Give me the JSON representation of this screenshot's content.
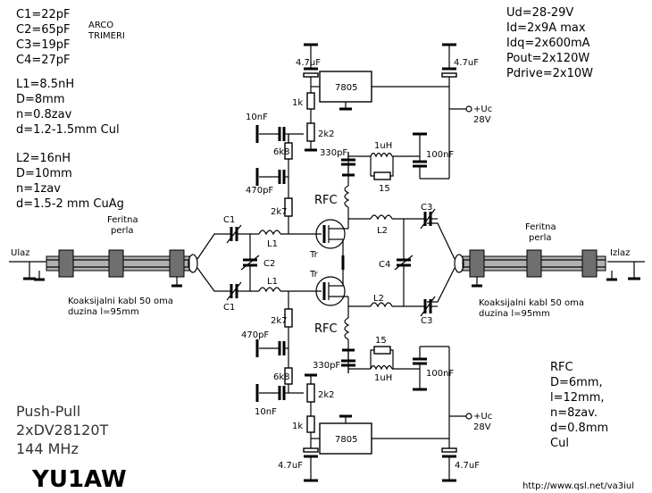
{
  "notes": {
    "caps": [
      "C1=22pF",
      "C2=65pF",
      "C3=19pF",
      "C4=27pF"
    ],
    "trimmer": [
      "ARCO",
      "TRIMERI"
    ],
    "l1": [
      "L1=8.5nH",
      "D=8mm",
      "n=0.8zav",
      "d=1.2-1.5mm Cul"
    ],
    "l2": [
      "L2=16nH",
      "D=10mm",
      "n=1zav",
      "d=1.5-2 mm CuAg"
    ],
    "specs": [
      "Ud=28-29V",
      "Id=2x9A max",
      "Idq=2x600mA",
      "Pout=2x120W",
      "Pdrive=2x10W"
    ],
    "rfc": [
      "RFC",
      "D=6mm,",
      "l=12mm,",
      "n=8zav.",
      "d=0.8mm",
      "Cul"
    ],
    "title": [
      "Push-Pull",
      "2xDV28120T",
      "144 MHz"
    ],
    "callsign": "YU1AW",
    "url": "http://www.qsl.net/va3iul"
  },
  "labels": {
    "in": "Ulaz",
    "out": "Izlaz",
    "ferrite": [
      "Feritna",
      "perla"
    ],
    "cable": [
      "Koaksijalni kabl 50 oma",
      "duzina l=95mm"
    ],
    "reg": "7805",
    "c47u": "4.7uF",
    "c10n": "10nF",
    "c470p": "470pF",
    "c330p": "330pF",
    "c100n": "100nF",
    "r1k": "1k",
    "r6k8": "6k8",
    "r2k2": "2k2",
    "r2k7": "2k7",
    "l1uh": "1uH",
    "r15": "15",
    "uc": [
      "+Uc",
      "28V"
    ],
    "rfc": "RFC",
    "tr": "Tr",
    "c1": "C1",
    "c2": "C2",
    "c3": "C3",
    "c4": "C4",
    "l1": "L1",
    "l2": "L2"
  }
}
